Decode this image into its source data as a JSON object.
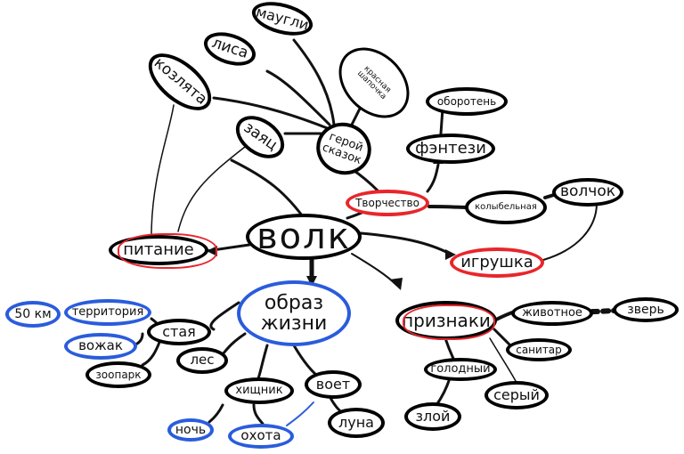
{
  "center": "волк",
  "nodes": {
    "tvorchestvo": "Творчество",
    "geroi": "герой\nсказок",
    "maugli": "маугли",
    "lisa": "лиса",
    "kozlyata": "козлята",
    "zayac": "заяц",
    "krasnaya": "красная\nшапочка",
    "fentezi": "фэнтези",
    "oboroten": "оборотень",
    "kolybelnaya": "колыбельная",
    "volchok": "волчок",
    "igrushka": "игрушка",
    "pitanie": "питание",
    "obraz": "образ\nжизни",
    "staya": "стая",
    "territoriya": "территория",
    "km50": "50 км",
    "vozhak": "вожак",
    "zoopark": "зоопарк",
    "les": "лес",
    "hishnik": "хищник",
    "noch": "ночь",
    "ohota": "охота",
    "voet": "воет",
    "luna": "луна",
    "priznaki": "признаки",
    "zhivotnoe": "животное",
    "zver": "зверь",
    "sanitar": "санитар",
    "golodny": "голодный",
    "sery": "серый",
    "zloy": "злой"
  },
  "colors": {
    "ink": "#000000",
    "highlight_red": "#e8262b",
    "highlight_blue": "#2a5cdc"
  }
}
